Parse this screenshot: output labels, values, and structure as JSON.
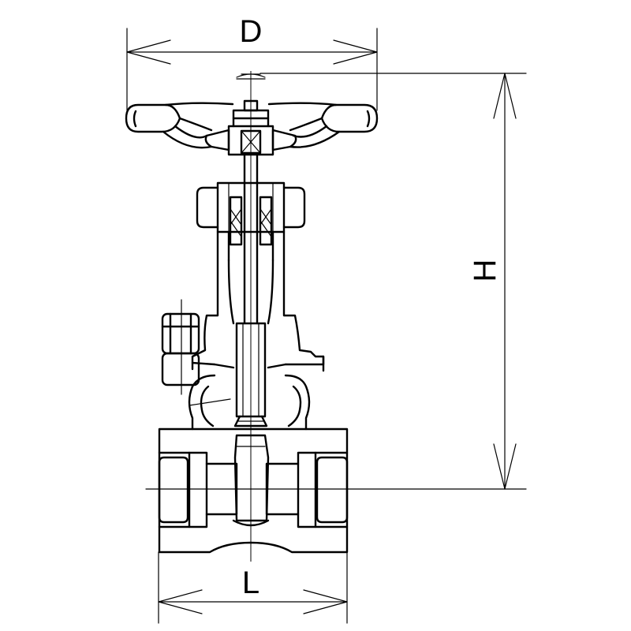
{
  "dimensions": {
    "handwheel_diameter_label": "D",
    "overall_height_label": "H",
    "face_to_face_length_label": "L"
  }
}
